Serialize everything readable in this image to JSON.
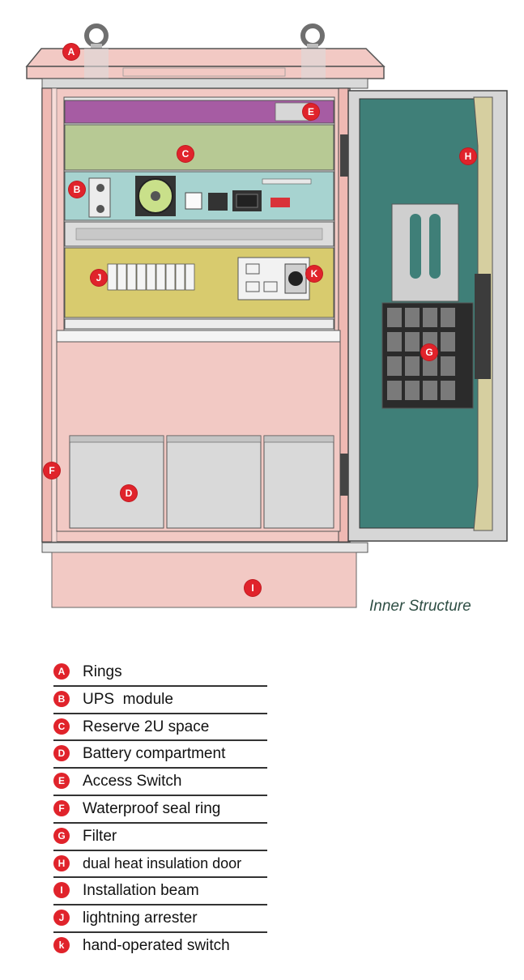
{
  "caption": "Inner Structure",
  "markers": {
    "A": "A",
    "B": "B",
    "C": "C",
    "D": "D",
    "E": "E",
    "F": "F",
    "G": "G",
    "H": "H",
    "I": "I",
    "J": "J",
    "K": "K"
  },
  "legend": [
    {
      "letter": "A",
      "label": "Rings"
    },
    {
      "letter": "B",
      "label": "UPS  module"
    },
    {
      "letter": "C",
      "label": "Reserve 2U space"
    },
    {
      "letter": "D",
      "label": "Battery compartment"
    },
    {
      "letter": "E",
      "label": "Access Switch"
    },
    {
      "letter": "F",
      "label": "Waterproof seal ring"
    },
    {
      "letter": "G",
      "label": "Filter"
    },
    {
      "letter": "H",
      "label": "dual heat insulation door"
    },
    {
      "letter": "I",
      "label": "Installation beam"
    },
    {
      "letter": "J",
      "label": "lightning arrester"
    },
    {
      "letter": "k",
      "label": "hand-operated switch"
    }
  ],
  "colors": {
    "cabinet_pink": "#f2c9c4",
    "door_teal": "#3f7f78",
    "reserve_green": "#b7c994",
    "ups_teal": "#a7d3d0",
    "arrester_yellow": "#d8cb6e",
    "strip_purple": "#a65ca3",
    "marker_red": "#e0232b"
  }
}
